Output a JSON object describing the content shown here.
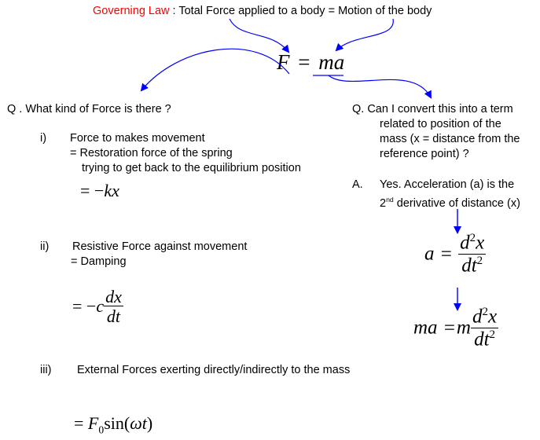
{
  "header": {
    "label": "Governing Law",
    "separator": " : ",
    "text": "Total Force applied to a body = Motion of the body",
    "label_color": "#ff0000"
  },
  "main_equation": {
    "lhs": "F",
    "eq": "=",
    "rhs": "ma"
  },
  "left": {
    "question": "Q . What kind of Force is there ?",
    "items": [
      {
        "numeral": "i)",
        "title": "Force to makes movement",
        "sub1": "= Restoration force of the spring",
        "sub2": "trying to get back to the equilibrium position",
        "eq_sign": "=",
        "eq_minus": "−",
        "eq_body": "kx"
      },
      {
        "numeral": "ii)",
        "title": "Resistive Force against movement",
        "sub1": "=  Damping",
        "eq_sign": "=",
        "eq_minus": "−",
        "eq_coef": "c",
        "eq_num": "dx",
        "eq_den": "dt"
      },
      {
        "numeral": "iii)",
        "title": "External Forces exerting directly/indirectly to the mass",
        "eq_sign": "=",
        "eq_F": "F",
        "eq_sub": "0",
        "eq_func": "sin",
        "eq_arg_open": "(",
        "eq_arg": "ωt",
        "eq_arg_close": ")"
      }
    ]
  },
  "right": {
    "question_lines": [
      "Q. Can I convert this into a term",
      "related to position of the",
      "mass (x = distance from the",
      "reference point) ?"
    ],
    "answer_label": "A.",
    "answer_line1": "Yes. Acceleration (a) is the",
    "answer_line2_pre": "2",
    "answer_line2_sup": "nd",
    "answer_line2_post": " derivative of distance (x)",
    "eq1": {
      "lhs": "a",
      "eq": "=",
      "num_d": "d",
      "num_sup": "2",
      "num_x": "x",
      "den_dt": "dt",
      "den_sup": "2"
    },
    "eq2": {
      "lhs": "ma",
      "eq": "=",
      "coef": "m",
      "num_d": "d",
      "num_sup": "2",
      "num_x": "x",
      "den_dt": "dt",
      "den_sup": "2"
    }
  },
  "colors": {
    "arrow": "#0000ff",
    "accent": "#ff0000"
  }
}
